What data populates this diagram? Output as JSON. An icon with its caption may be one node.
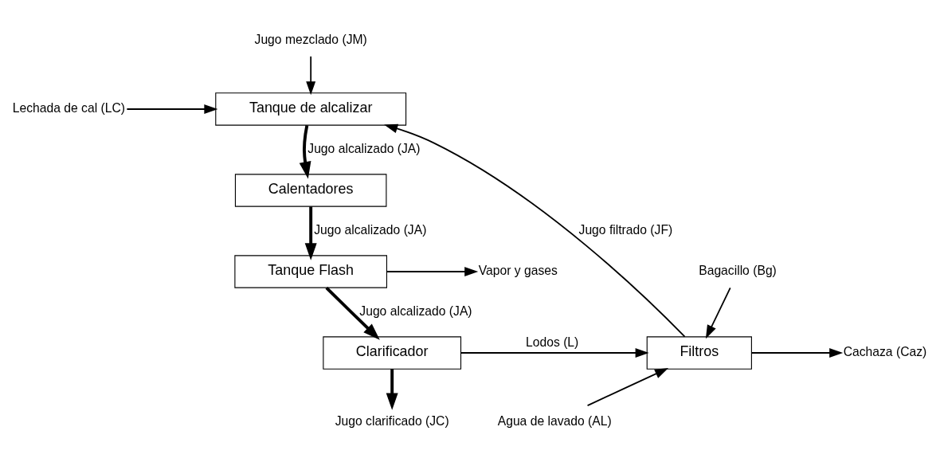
{
  "diagram": {
    "nodes": [
      {
        "text": [
          "Jugo mezclado (JM)"
        ]
      },
      {
        "text": [
          "Lechada de cal (LC)"
        ]
      },
      {
        "text": [
          "Tanque de alcalizar"
        ]
      },
      {
        "text": [
          "Calentadores"
        ]
      },
      {
        "text": [
          "Vapor y gases"
        ]
      },
      {
        "text": [
          "Tanque Flash"
        ]
      },
      {
        "text": [
          "Bagacillo (Bg)"
        ]
      },
      {
        "text": [
          "Clarificador"
        ]
      },
      {
        "text": [
          "Filtros"
        ]
      },
      {
        "text": [
          "Cachaza (Caz)"
        ]
      },
      {
        "text": [
          "Jugo clarificado (JC)"
        ]
      },
      {
        "text": [
          "Agua de lavado (AL)"
        ]
      }
    ],
    "edges": [
      {
        "from": 0,
        "to": 2,
        "arrow": "to"
      },
      {
        "from": 1,
        "to": 2,
        "arrow": "to"
      },
      {
        "from": 2,
        "to": 3,
        "arrow": "to",
        "label": "Jugo alcalizado (JA)",
        "style": "thick"
      },
      {
        "from": 3,
        "to": 5,
        "arrow": "to",
        "label": "Jugo alcalizado (JA)",
        "style": "thick"
      },
      {
        "from": 5,
        "to": 4,
        "arrow": "to"
      },
      {
        "from": 5,
        "to": 7,
        "arrow": "to",
        "label": "Jugo alcalizado (JA)",
        "style": "thick"
      },
      {
        "from": 7,
        "to": 10,
        "arrow": "to",
        "style": "thick"
      },
      {
        "from": 7,
        "to": 8,
        "arrow": "to",
        "label": "Lodos (L)"
      },
      {
        "from": 6,
        "to": 8,
        "arrow": "to"
      },
      {
        "from": 11,
        "to": 8,
        "arrow": "to"
      },
      {
        "from": 8,
        "to": 2,
        "arrow": "to",
        "label": "Jugo filtrado (JF)"
      },
      {
        "from": 8,
        "to": 9,
        "arrow": "to"
      }
    ]
  }
}
